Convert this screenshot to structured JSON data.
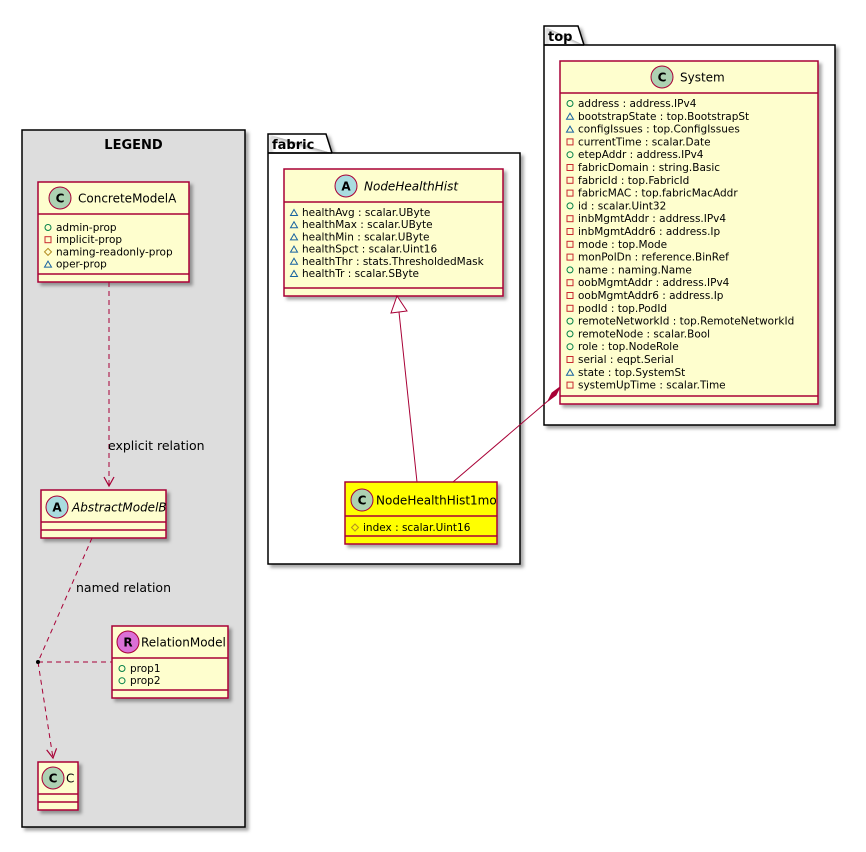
{
  "legend": {
    "title": "LEGEND",
    "concrete_model": {
      "stereotype": "C",
      "name": "ConcreteModelA",
      "attributes": [
        {
          "vis": "+",
          "text": "admin-prop"
        },
        {
          "vis": "-",
          "text": "implicit-prop"
        },
        {
          "vis": "#",
          "text": "naming-readonly-prop"
        },
        {
          "vis": "~",
          "text": "oper-prop"
        }
      ]
    },
    "abstract_model": {
      "stereotype": "A",
      "name": "AbstractModelB"
    },
    "relation_model": {
      "stereotype": "R",
      "name": "RelationModel",
      "attributes": [
        {
          "vis": "+",
          "text": "prop1"
        },
        {
          "vis": "+",
          "text": "prop2"
        }
      ]
    },
    "class_c": {
      "stereotype": "C",
      "name": "C"
    },
    "explicit_relation_label": "explicit relation",
    "named_relation_label": "named relation"
  },
  "fabric": {
    "package_name": "fabric",
    "node_health_hist": {
      "stereotype": "A",
      "name": "NodeHealthHist",
      "attributes": [
        {
          "vis": "~",
          "text": "healthAvg : scalar.UByte"
        },
        {
          "vis": "~",
          "text": "healthMax : scalar.UByte"
        },
        {
          "vis": "~",
          "text": "healthMin : scalar.UByte"
        },
        {
          "vis": "~",
          "text": "healthSpct : scalar.Uint16"
        },
        {
          "vis": "~",
          "text": "healthThr : stats.ThresholdedMask"
        },
        {
          "vis": "~",
          "text": "healthTr : scalar.SByte"
        }
      ]
    },
    "node_health_hist_1mo": {
      "stereotype": "C",
      "name": "NodeHealthHist1mo",
      "attributes": [
        {
          "vis": "#",
          "text": "index : scalar.Uint16"
        }
      ]
    }
  },
  "top": {
    "package_name": "top",
    "system": {
      "stereotype": "C",
      "name": "System",
      "attributes": [
        {
          "vis": "+",
          "text": "address : address.IPv4"
        },
        {
          "vis": "~",
          "text": "bootstrapState : top.BootstrapSt"
        },
        {
          "vis": "~",
          "text": "configIssues : top.ConfigIssues"
        },
        {
          "vis": "-",
          "text": "currentTime : scalar.Date"
        },
        {
          "vis": "+",
          "text": "etepAddr : address.IPv4"
        },
        {
          "vis": "-",
          "text": "fabricDomain : string.Basic"
        },
        {
          "vis": "-",
          "text": "fabricId : top.FabricId"
        },
        {
          "vis": "-",
          "text": "fabricMAC : top.fabricMacAddr"
        },
        {
          "vis": "+",
          "text": "id : scalar.Uint32"
        },
        {
          "vis": "-",
          "text": "inbMgmtAddr : address.IPv4"
        },
        {
          "vis": "-",
          "text": "inbMgmtAddr6 : address.Ip"
        },
        {
          "vis": "-",
          "text": "mode : top.Mode"
        },
        {
          "vis": "-",
          "text": "monPolDn : reference.BinRef"
        },
        {
          "vis": "+",
          "text": "name : naming.Name"
        },
        {
          "vis": "-",
          "text": "oobMgmtAddr : address.IPv4"
        },
        {
          "vis": "-",
          "text": "oobMgmtAddr6 : address.Ip"
        },
        {
          "vis": "-",
          "text": "podId : top.PodId"
        },
        {
          "vis": "+",
          "text": "remoteNetworkId : top.RemoteNetworkId"
        },
        {
          "vis": "+",
          "text": "remoteNode : scalar.Bool"
        },
        {
          "vis": "+",
          "text": "role : top.NodeRole"
        },
        {
          "vis": "-",
          "text": "serial : eqpt.Serial"
        },
        {
          "vis": "~",
          "text": "state : top.SystemSt"
        },
        {
          "vis": "-",
          "text": "systemUpTime : scalar.Time"
        }
      ]
    }
  },
  "colors": {
    "class_fill": "#FEFECE",
    "class_border": "#A80036",
    "highlight_fill": "#FFFF00",
    "legend_fill": "#DDDDDD",
    "badge_class": "#ADD1B2",
    "badge_abstract": "#A9DCDF",
    "badge_relation": "#DA70D6"
  }
}
